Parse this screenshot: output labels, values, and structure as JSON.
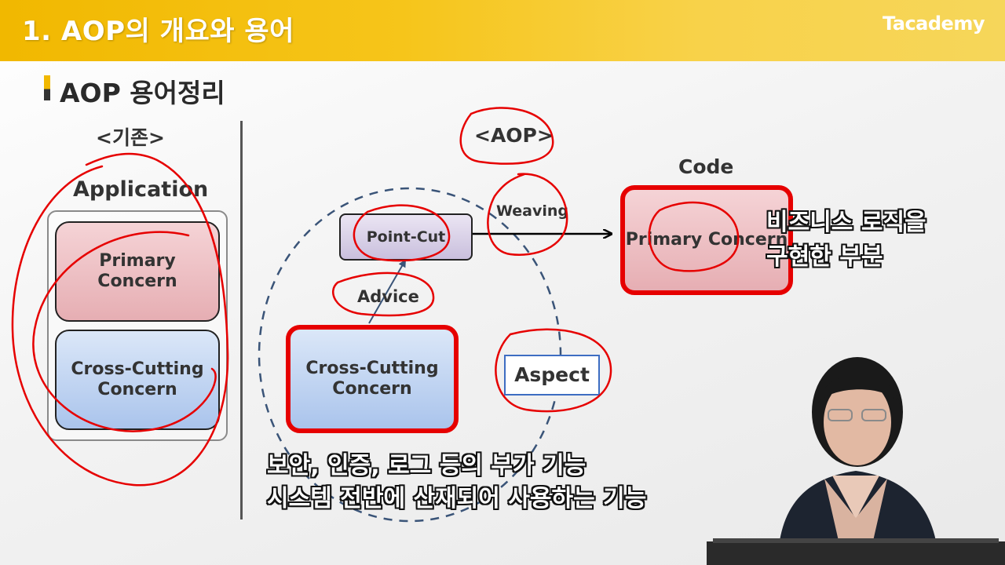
{
  "header": {
    "title": "1. AOP의 개요와 용어",
    "brand": "Tacademy"
  },
  "section": {
    "title": "AOP 용어정리"
  },
  "legacy": {
    "label": "<기존>",
    "application_label": "Application",
    "primary_concern": "Primary Concern",
    "cross_cutting_concern": "Cross-Cutting Concern"
  },
  "aop": {
    "label": "<AOP>",
    "point_cut": "Point-Cut",
    "advice": "Advice",
    "weaving": "Weaving",
    "cross_cutting_concern": "Cross-Cutting Concern",
    "aspect": "Aspect"
  },
  "code": {
    "label": "Code",
    "primary_concern": "Primary Concern"
  },
  "captions": {
    "business_line1": "비즈니스 로직을",
    "business_line2": "구현한 부분",
    "cross_line1": "보안, 인증, 로그 등의 부가 기능",
    "cross_line2": "시스템 전반에 산재되어 사용하는 기능"
  },
  "colors": {
    "banner": "#f1b800",
    "annotation_red": "#e60000",
    "primary_fill": "#e6aeb3",
    "cross_fill": "#aac4ec",
    "pointcut_fill": "#c9bfdd",
    "aspect_border": "#3d6dc2",
    "dashed_circle": "#3a5478"
  }
}
